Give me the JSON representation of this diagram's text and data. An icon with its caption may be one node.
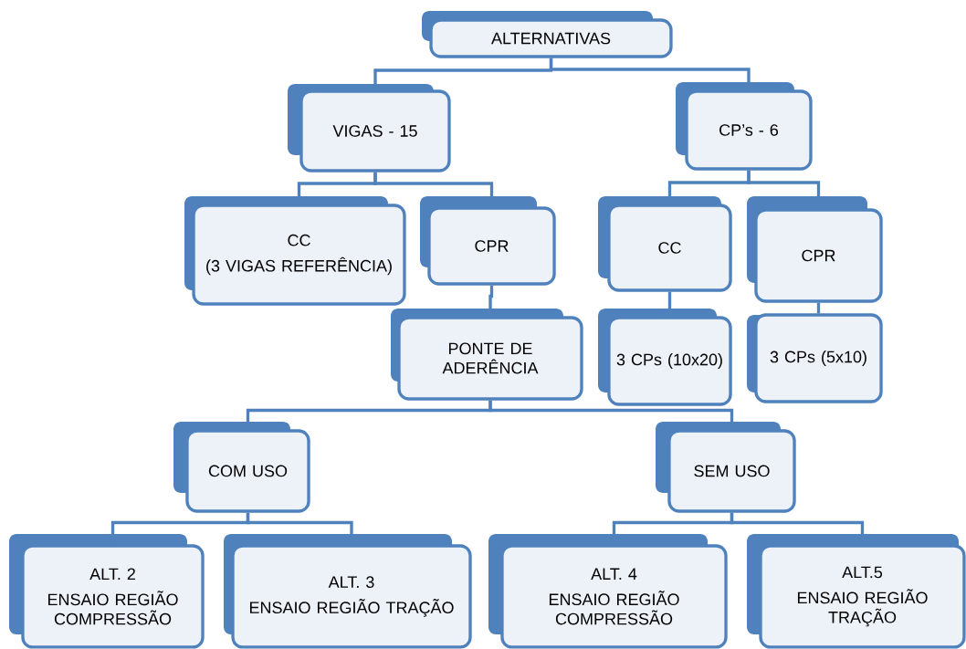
{
  "diagram": {
    "nodes": [
      {
        "text": [
          "ALTERNATIVAS"
        ]
      },
      {
        "text": [
          "VIGAS - 15"
        ]
      },
      {
        "text": [
          "CP’s - 6"
        ]
      },
      {
        "text": [
          "CC",
          "(3 VIGAS REFERÊNCIA)"
        ]
      },
      {
        "text": [
          "CPR"
        ]
      },
      {
        "text": [
          "CC"
        ]
      },
      {
        "text": [
          "CPR"
        ]
      },
      {
        "text": [
          "PONTE DE ADERÊNCIA"
        ]
      },
      {
        "text": [
          "3 CPs (10x20)"
        ]
      },
      {
        "text": [
          "3 CPs (5x10)"
        ]
      },
      {
        "text": [
          "COM USO"
        ]
      },
      {
        "text": [
          "SEM USO"
        ]
      },
      {
        "text": [
          "ALT. 2",
          "ENSAIO REGIÃO COMPRESSÃO"
        ]
      },
      {
        "text": [
          "ALT. 3",
          "ENSAIO REGIÃO TRAÇÃO"
        ]
      },
      {
        "text": [
          "ALT. 4",
          "ENSAIO REGIÃO COMPRESSÃO"
        ]
      },
      {
        "text": [
          "ALT.5",
          "ENSAIO REGIÃO TRAÇÃO"
        ]
      }
    ],
    "edges": [
      {
        "from": 0,
        "to": 1,
        "arrow": "none"
      },
      {
        "from": 0,
        "to": 2,
        "arrow": "none"
      },
      {
        "from": 1,
        "to": 3,
        "arrow": "none"
      },
      {
        "from": 1,
        "to": 4,
        "arrow": "none"
      },
      {
        "from": 2,
        "to": 5,
        "arrow": "none"
      },
      {
        "from": 2,
        "to": 6,
        "arrow": "none"
      },
      {
        "from": 4,
        "to": 7,
        "arrow": "none"
      },
      {
        "from": 5,
        "to": 8,
        "arrow": "none"
      },
      {
        "from": 6,
        "to": 9,
        "arrow": "none"
      },
      {
        "from": 7,
        "to": 10,
        "arrow": "none"
      },
      {
        "from": 7,
        "to": 11,
        "arrow": "none"
      },
      {
        "from": 10,
        "to": 12,
        "arrow": "none"
      },
      {
        "from": 10,
        "to": 13,
        "arrow": "none"
      },
      {
        "from": 11,
        "to": 14,
        "arrow": "none"
      },
      {
        "from": 11,
        "to": 15,
        "arrow": "none"
      }
    ]
  }
}
